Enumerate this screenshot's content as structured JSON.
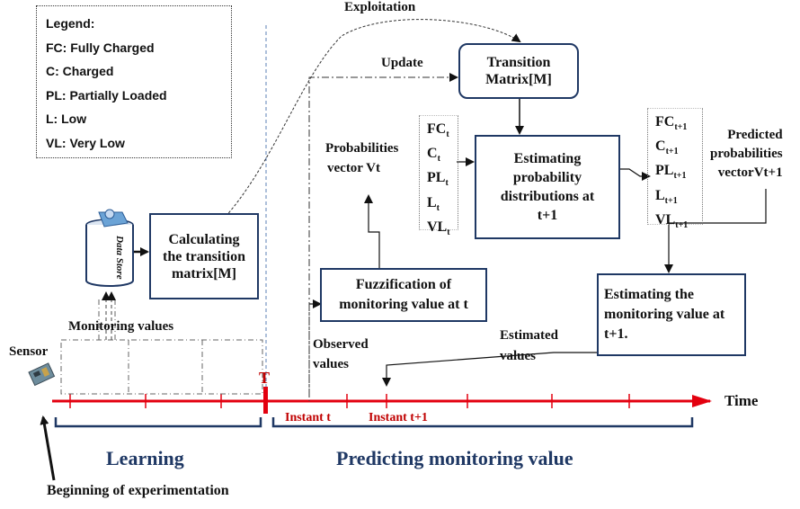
{
  "legend": {
    "title": "Legend:",
    "items": [
      "FC: Fully Charged",
      "C: Charged",
      "PL: Partially Loaded",
      "L: Low",
      "VL: Very Low"
    ]
  },
  "boxes": {
    "calc_matrix_1": "Calculating",
    "calc_matrix_2": "the transition",
    "calc_matrix_3": "matrix[M]",
    "transition_1": "Transition",
    "transition_2": "Matrix[M]",
    "estimating_prob_1": "Estimating",
    "estimating_prob_2": "probability",
    "estimating_prob_3": "distributions  at",
    "estimating_prob_4": "t+1",
    "fuzzification_1": "Fuzzification of",
    "fuzzification_2": "monitoring  value at t",
    "estimating_mon_1": "Estimating the",
    "estimating_mon_2": "monitoring value at",
    "estimating_mon_3": "t+1."
  },
  "labels": {
    "exploitation": "Exploitation",
    "update": "Update",
    "probabilities_vector_1": "Probabilities",
    "probabilities_vector_2": "vector Vt",
    "predicted_1": "Predicted",
    "predicted_2": "probabilities",
    "predicted_3": "vectorVt+1",
    "monitoring_values": "Monitoring values",
    "sensor": "Sensor",
    "observed_1": "Observed",
    "observed_2": "values",
    "estimated_1": "Estimated",
    "estimated_2": "values",
    "data_store_1": "Data",
    "data_store_2": "Store",
    "time": "Time",
    "T": "T",
    "instant_t": "Instant t",
    "instant_t1": "Instant t+1",
    "learning": "Learning",
    "predicting": "Predicting monitoring value",
    "beginning": "Beginning of experimentation"
  },
  "vector_t": [
    {
      "base": "FC",
      "sub": "t"
    },
    {
      "base": "C",
      "sub": "t"
    },
    {
      "base": "PL",
      "sub": "t"
    },
    {
      "base": "L",
      "sub": "t"
    },
    {
      "base": "VL",
      "sub": "t"
    }
  ],
  "vector_t1": [
    {
      "base": "FC",
      "sub": "t+1"
    },
    {
      "base": "C",
      "sub": "t+1"
    },
    {
      "base": "PL",
      "sub": "t+1"
    },
    {
      "base": "L",
      "sub": "t+1"
    },
    {
      "base": "VL",
      "sub": "t+1"
    }
  ],
  "colors": {
    "box_border": "#1f3864",
    "timeline": "#e3000f",
    "phase_text": "#1f3864",
    "instant_text": "#c00000"
  }
}
